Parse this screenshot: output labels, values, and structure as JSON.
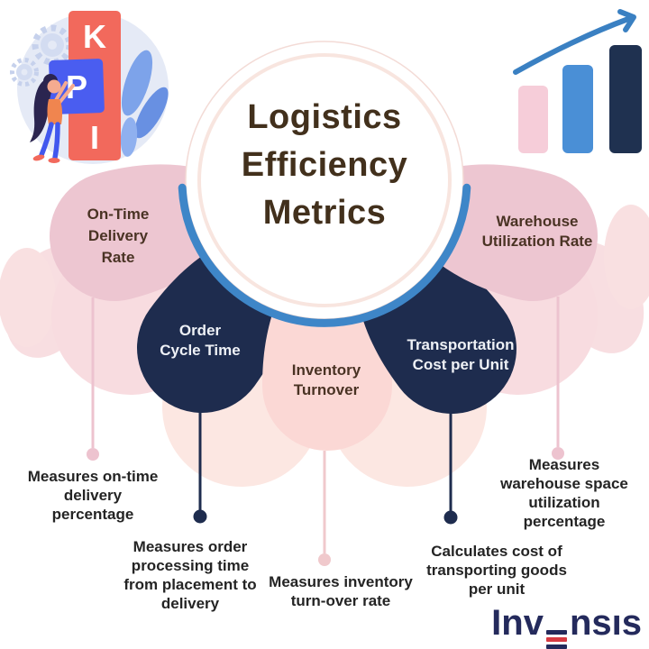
{
  "infographic": {
    "title": "Logistics Efficiency Metrics",
    "title_lines": [
      "Logistics",
      "Efficiency",
      "Metrics"
    ]
  },
  "kpi_illustration": {
    "blocks": [
      "K",
      "P",
      "I"
    ]
  },
  "metrics": [
    {
      "label": "On-Time Delivery Rate",
      "label_lines": [
        "On-Time",
        "Delivery",
        "Rate"
      ],
      "description": "Measures on-time delivery percentage",
      "description_lines": [
        "Measures on-time",
        "delivery",
        "percentage"
      ],
      "petal_color": "#edc6d1"
    },
    {
      "label": "Order Cycle Time",
      "label_lines": [
        "Order",
        "Cycle Time"
      ],
      "description": "Measures order processing time from placement to delivery",
      "description_lines": [
        "Measures order",
        "processing time",
        "from placement to",
        "delivery"
      ],
      "petal_color": "#1e2c4e"
    },
    {
      "label": "Inventory Turnover",
      "label_lines": [
        "Inventory",
        "Turnover"
      ],
      "description": "Measures inventory turn-over rate",
      "description_lines": [
        "Measures inventory",
        "turn-over rate"
      ],
      "petal_color": "#fbd8d5"
    },
    {
      "label": "Transportation Cost per Unit",
      "label_lines": [
        "Transportation",
        "Cost per Unit"
      ],
      "description": "Calculates cost of transporting goods per unit",
      "description_lines": [
        "Calculates cost of",
        "transporting goods",
        "per unit"
      ],
      "petal_color": "#1e2c4e"
    },
    {
      "label": "Warehouse Utilization Rate",
      "label_lines": [
        "Warehouse",
        "Utilization Rate"
      ],
      "description": "Measures warehouse space utilization percentage",
      "description_lines": [
        "Measures",
        "warehouse space",
        "utilization",
        "percentage"
      ],
      "petal_color": "#edc6d1"
    }
  ],
  "logo": {
    "brand": "Invensis",
    "segment_start": "Inv",
    "segment_mid": "ns",
    "segment_end": "ıs"
  },
  "colors": {
    "petal_pink": "#edc6d1",
    "petal_light_pink": "#fbd8d5",
    "petal_navy": "#1e2c4e",
    "background_petal": "#fae3df",
    "arc_blue": "#3e86c8",
    "title_brown": "#42301c",
    "label_brown": "#4a3324",
    "description_text": "#242424",
    "logo_navy": "#242a5c",
    "logo_red": "#d63a42",
    "chart_bar_pink": "#f6cdd9",
    "chart_bar_blue": "#4a8fd6",
    "chart_bar_navy": "#1f3150"
  }
}
